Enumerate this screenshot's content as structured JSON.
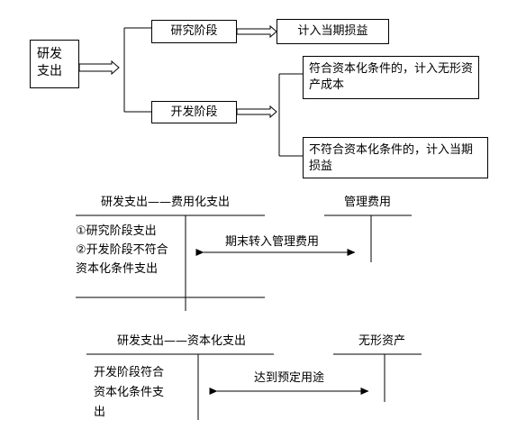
{
  "flowchart": {
    "root": "研发支出",
    "research_stage": "研究阶段",
    "research_result": "计入当期损益",
    "development_stage": "开发阶段",
    "dev_capitalized": "符合资本化条件的，计入无形资产成本",
    "dev_expensed": "不符合资本化条件的，计入当期损益"
  },
  "t_account_expensed": {
    "left_title": "研发支出——费用化支出",
    "right_title": "管理费用",
    "entries": [
      "①研究阶段支出",
      "②开发阶段不符合",
      "资本化条件支出"
    ],
    "transfer_label": "期末转入管理费用"
  },
  "t_account_capitalized": {
    "left_title": "研发支出——资本化支出",
    "right_title": "无形资产",
    "entries": [
      "开发阶段符合",
      "资本化条件支",
      "出"
    ],
    "transfer_label": "达到预定用途"
  }
}
